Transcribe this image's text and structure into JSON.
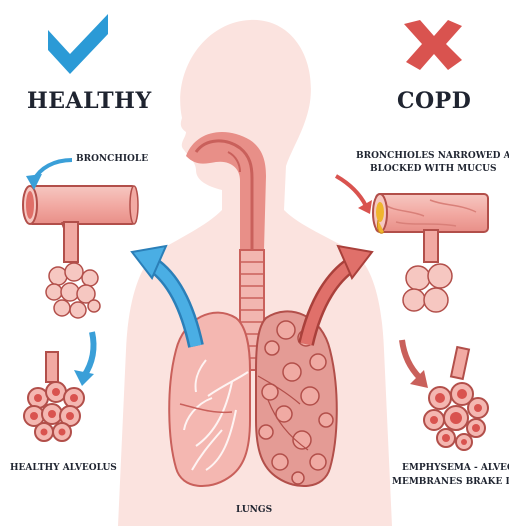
{
  "healthy": {
    "heading": "HEALTHY",
    "bronchiole_label": "BRONCHIOLE",
    "alveolus_label": "HEALTHY ALVEOLUS"
  },
  "copd": {
    "heading": "COPD",
    "bronchiole_label_1": "BRONCHIOLES NARROWED AND",
    "bronchiole_label_2": "BLOCKED WITH MUCUS",
    "alveolus_label_1": "EMPHYSEMA - ALVEOLAR",
    "alveolus_label_2": "MEMBRANES BRAKE DOWN"
  },
  "center": {
    "lungs_label": "LUNGS"
  },
  "icons": {
    "healthy": "check-icon",
    "copd": "cross-icon"
  },
  "colors": {
    "check": "#2b9ad6",
    "cross": "#d9534f",
    "healthy_arrow": "#3a9fd8",
    "copd_arrow": "#d9534f",
    "tissue": "#f2b6b0",
    "tissue_dark": "#c9605b",
    "body": "#fbe3df"
  }
}
